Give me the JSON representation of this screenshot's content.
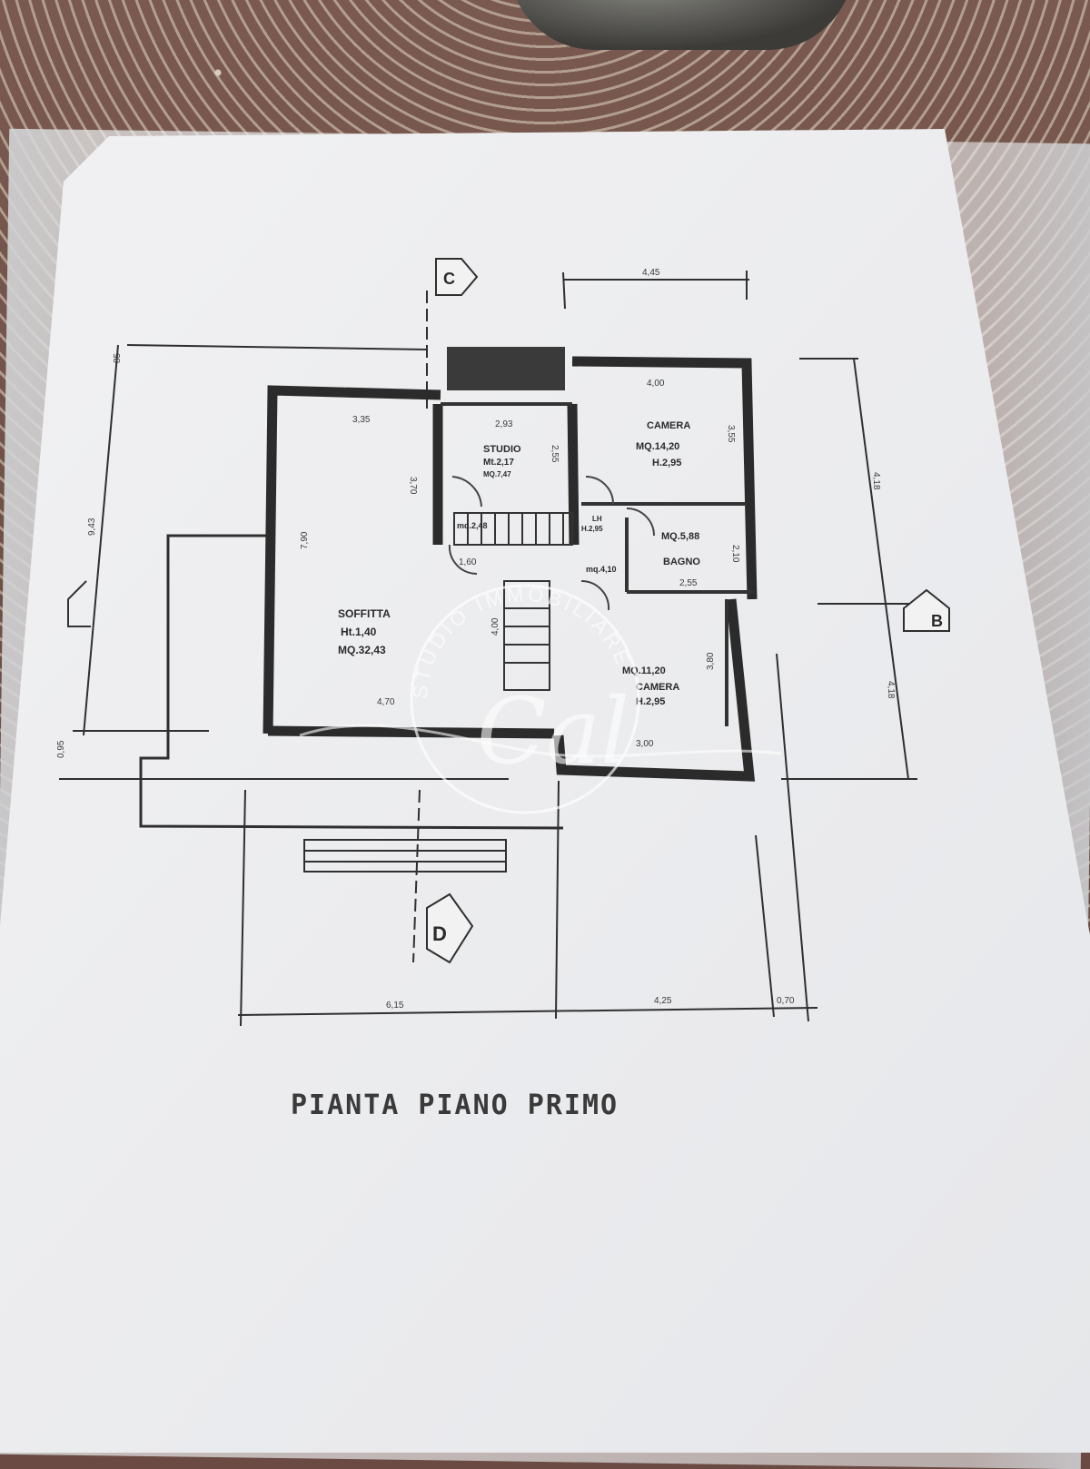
{
  "title": "PIANTA PIANO PRIMO",
  "section_markers": {
    "top": "C",
    "bottom": "D",
    "right": "B"
  },
  "rooms": {
    "studio": {
      "name": "STUDIO",
      "height": "Mt.2,17",
      "area": "MQ.7,47"
    },
    "camera1": {
      "name": "CAMERA",
      "area": "MQ.14,20",
      "height": "H.2,95"
    },
    "bagno": {
      "area": "MQ.5,88",
      "name": "BAGNO"
    },
    "soffitta": {
      "name": "SOFFITTA",
      "height": "Ht.1,40",
      "area": "MQ.32,43"
    },
    "camera2": {
      "area": "MQ.11,20",
      "name": "CAMERA",
      "height": "H.2,95"
    },
    "stair_landing": {
      "area": "mq.2,48"
    },
    "corridor": {
      "area": "mq.4,10"
    },
    "wc": {
      "code": "LH",
      "height": "H.2,95"
    }
  },
  "dimensions": {
    "top_right": "4,45",
    "camera1_width": "4,00",
    "soffitta_top": "3,35",
    "studio_width": "2,93",
    "soffitta_inner_h": "3,70",
    "studio_h": "2,55",
    "camera1_h": "3,55",
    "left_total": "9,43",
    "soffitta_h": "7,90",
    "soffitta_bottom": "4,70",
    "bagno_h": "2,10",
    "bagno_w": "2,55",
    "camera2_h": "3,80",
    "camera2_w": "3,00",
    "right_top": "4,18",
    "right_bottom": "4,18",
    "bottom_left": "6,15",
    "bottom_mid": "4,25",
    "bottom_right": "0,70",
    "left_small": "0,95",
    "top_small": "85",
    "stair_small": "1,60",
    "stair_v": "4,00"
  },
  "watermark": {
    "text": "STUDIO IMMOBILIARE",
    "monogram": "Cal"
  }
}
